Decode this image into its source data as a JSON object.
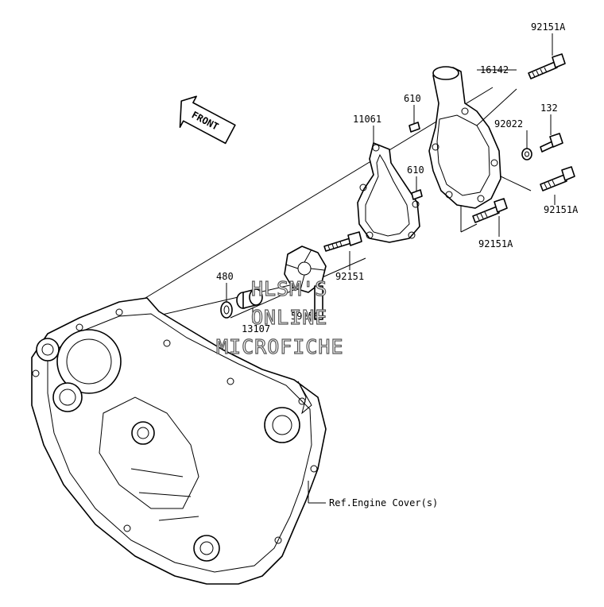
{
  "diagram": {
    "direction_label": "FRONT",
    "part_labels": {
      "p92151A_top": "92151A",
      "p16142": "16142",
      "p610_top": "610",
      "p132": "132",
      "p92022": "92022",
      "p11061": "11061",
      "p610_mid": "610",
      "p92151A_right": "92151A",
      "p92151A_lower": "92151A",
      "p92151": "92151",
      "p480": "480",
      "p13107": "13107",
      "p59256": "59256"
    },
    "reference_label": "Ref.Engine Cover(s)",
    "watermark": {
      "line1": "HLSM'S",
      "line2": "ONLINE",
      "line3": "MICROFICHE"
    }
  }
}
